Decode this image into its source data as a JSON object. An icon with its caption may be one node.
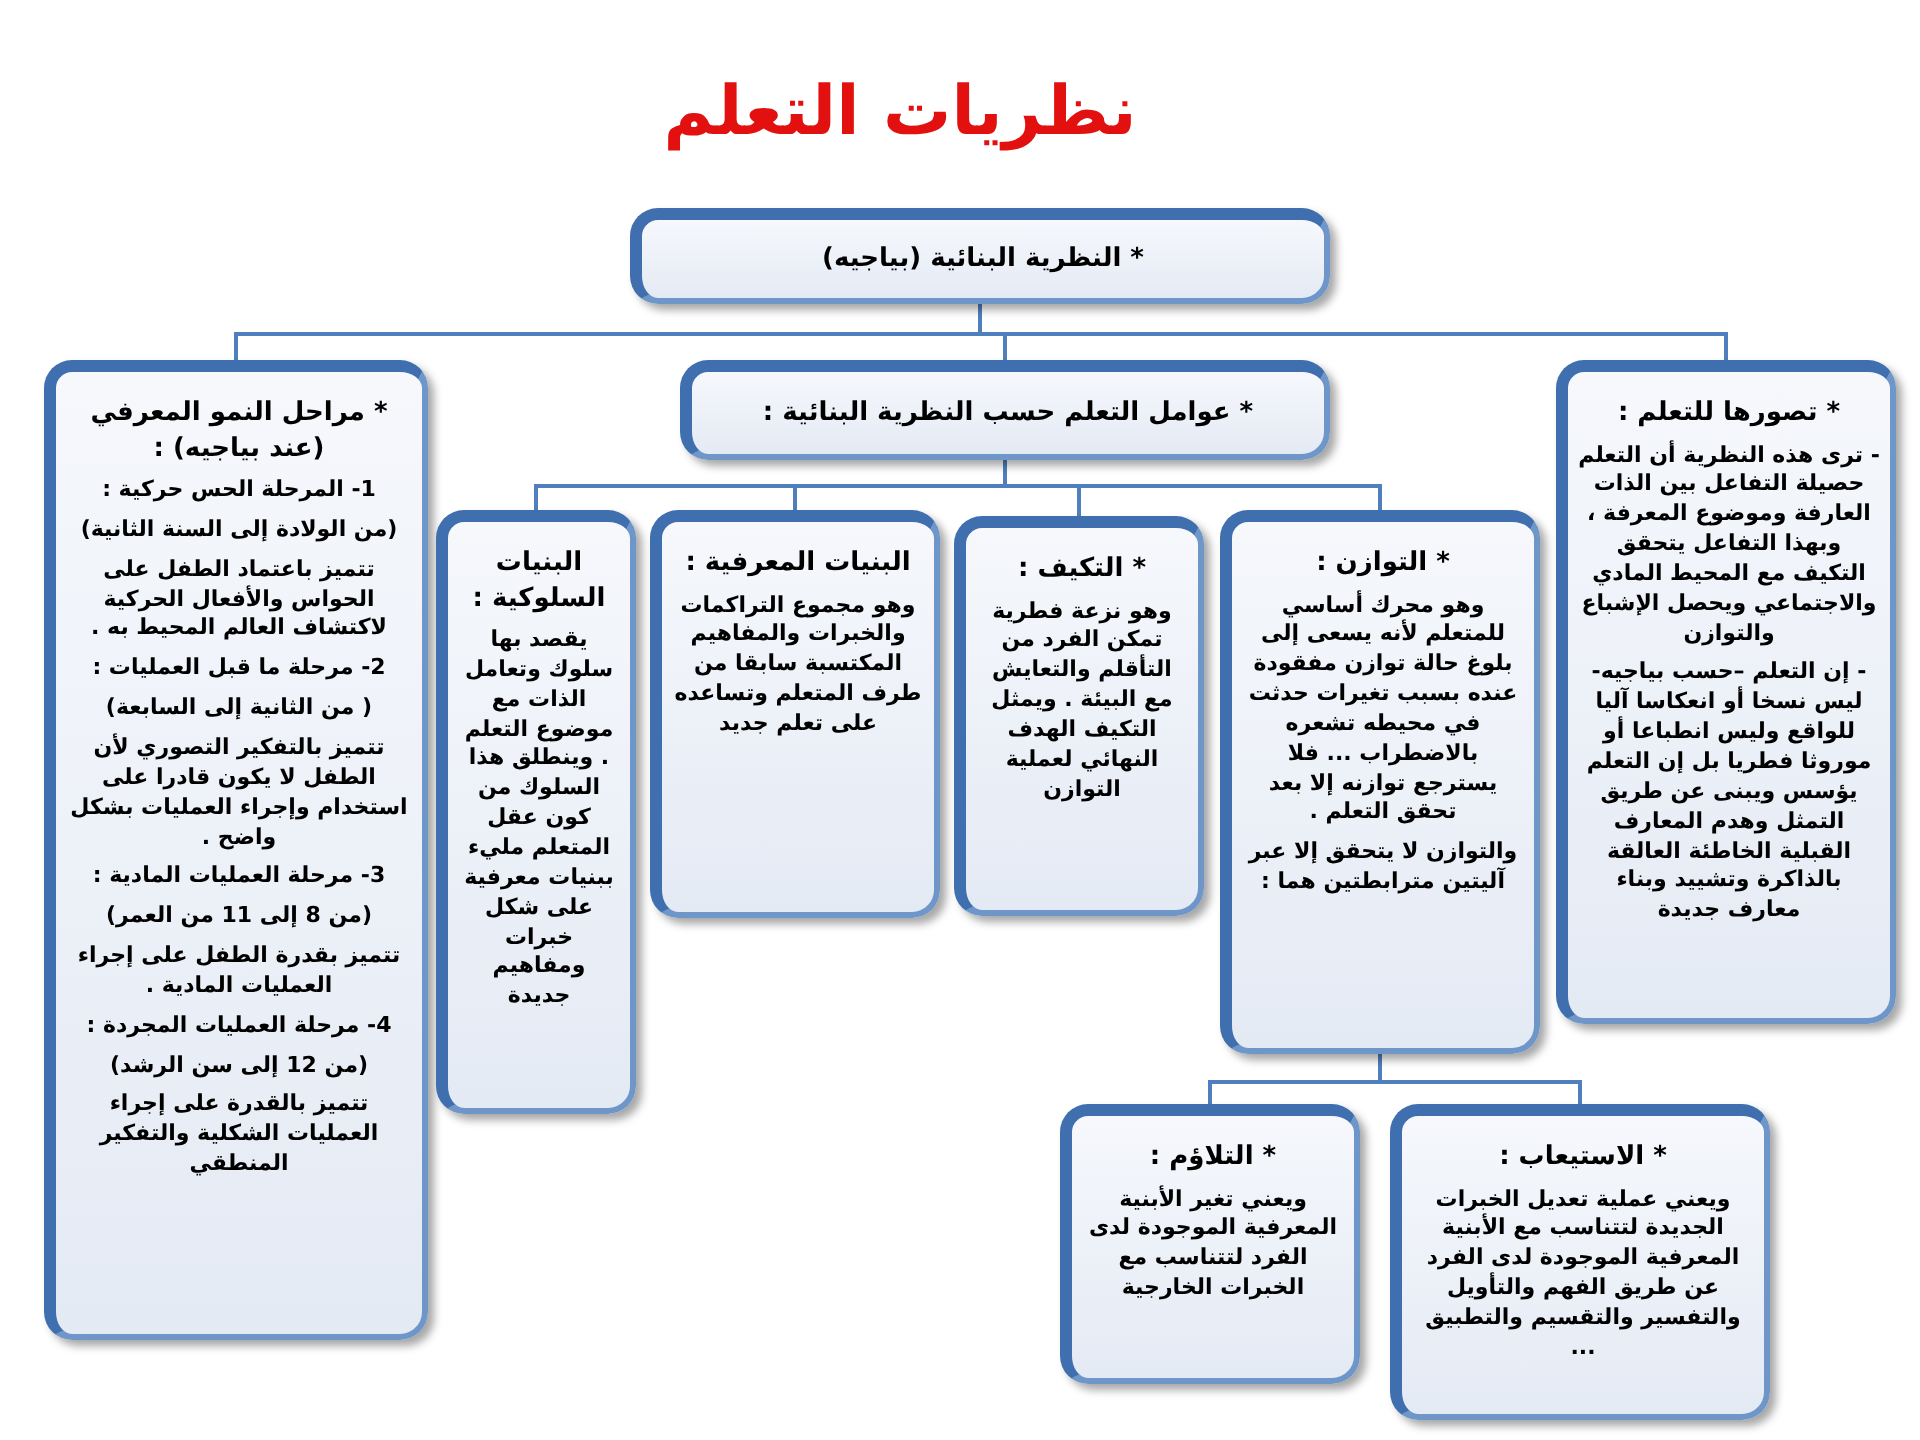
{
  "diagram": {
    "title": "نظريات التعلم",
    "nodes": [
      {
        "text": [
          "* النظرية البنائية (بياجيه)"
        ]
      },
      {
        "text": [
          "* مراحل النمو المعرفي (عند بياجيه) :",
          "1- المرحلة الحس حركية :",
          "(من الولادة إلى السنة الثانية)",
          "تتميز باعتماد الطفل على الحواس والأفعال الحركية لاكتشاف العالم المحيط به .",
          "2- مرحلة ما قبل العمليات :",
          "( من الثانية إلى السابعة)",
          "تتميز بالتفكير التصوري لأن الطفل لا يكون قادرا على استخدام وإجراء العمليات بشكل واضح .",
          "3- مرحلة العمليات المادية :",
          "(من 8 إلى 11 من العمر)",
          "تتميز بقدرة الطفل على إجراء العمليات المادية .",
          "4- مرحلة العمليات المجردة :",
          "(من 12 إلى سن الرشد)",
          "تتميز بالقدرة على إجراء العمليات الشكلية والتفكير المنطقي"
        ]
      },
      {
        "text": [
          "* عوامل التعلم حسب النظرية البنائية :"
        ]
      },
      {
        "text": [
          "* تصورها للتعلم :",
          "- ترى هذه النظرية أن التعلم حصيلة التفاعل بين الذات العارفة وموضوع المعرفة ، وبهذا التفاعل يتحقق التكيف مع المحيط المادي والاجتماعي ويحصل الإشباع والتوازن",
          "- إن التعلم –حسب بياجيه- ليس نسخا أو انعكاسا آليا للواقع وليس انطباعا أو موروثا فطريا بل إن التعلم يؤسس ويبنى عن طريق التمثل وهدم المعارف القبلية الخاطئة العالقة بالذاكرة وتشييد وبناء معارف جديدة"
        ]
      },
      {
        "text": [
          "البنيات السلوكية :",
          "يقصد بها سلوك وتعامل الذات مع موضوع التعلم . وينطلق هذا السلوك من كون عقل المتعلم مليء ببنيات معرفية على شكل خبرات ومفاهيم جديدة"
        ]
      },
      {
        "text": [
          "البنيات المعرفية :",
          "وهو مجموع التراكمات والخبرات والمفاهيم المكتسبة سابقا من طرف المتعلم وتساعده على تعلم جديد"
        ]
      },
      {
        "text": [
          "* التكيف :",
          "وهو نزعة فطرية تمكن الفرد من التأقلم والتعايش مع البيئة . ويمثل التكيف الهدف النهائي لعملية التوازن"
        ]
      },
      {
        "text": [
          "* التوازن :",
          "وهو محرك أساسي للمتعلم لأنه يسعى إلى بلوغ حالة توازن مفقودة عنده بسبب تغيرات حدثت في محيطه تشعره بالاضطراب ... فلا يسترجع توازنه إلا بعد تحقق التعلم .",
          "والتوازن لا يتحقق إلا عبر آليتين مترابطتين هما :"
        ]
      },
      {
        "text": [
          "* التلاؤم :",
          "ويعني تغير الأبنية المعرفية الموجودة لدى الفرد لتتناسب مع الخبرات الخارجية"
        ]
      },
      {
        "text": [
          "* الاستيعاب :",
          "ويعني عملية تعديل الخبرات الجديدة لتتناسب مع الأبنية المعرفية الموجودة لدى الفرد عن طريق الفهم والتأويل والتفسير والتقسيم والتطبيق ..."
        ]
      }
    ],
    "edges": [
      {
        "from": 0,
        "to": 1,
        "arrow": "none"
      },
      {
        "from": 0,
        "to": 2,
        "arrow": "none"
      },
      {
        "from": 0,
        "to": 3,
        "arrow": "none"
      },
      {
        "from": 2,
        "to": 4,
        "arrow": "none"
      },
      {
        "from": 2,
        "to": 5,
        "arrow": "none"
      },
      {
        "from": 2,
        "to": 6,
        "arrow": "none"
      },
      {
        "from": 2,
        "to": 7,
        "arrow": "none"
      },
      {
        "from": 7,
        "to": 8,
        "arrow": "none"
      },
      {
        "from": 7,
        "to": 9,
        "arrow": "none"
      }
    ]
  }
}
